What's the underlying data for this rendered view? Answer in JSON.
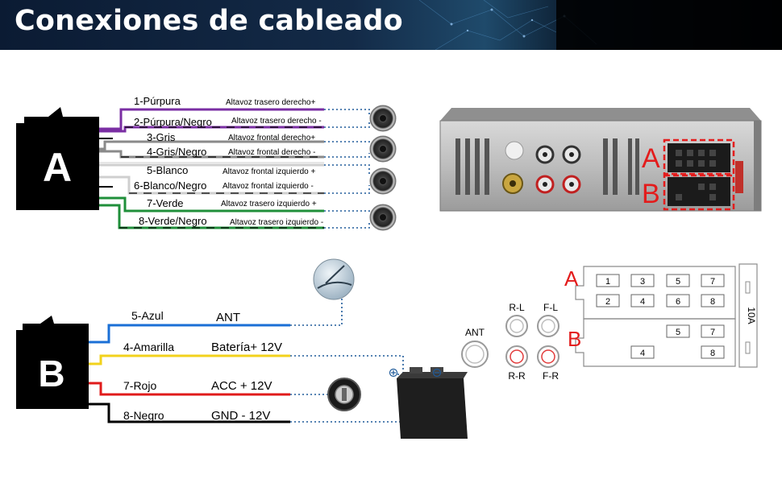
{
  "title": "Conexiones de cableado",
  "colors": {
    "purple": "#7a2ea3",
    "gray": "#8a8a8a",
    "white": "#d8d8d8",
    "green": "#1f8f3a",
    "blue": "#1a6fd6",
    "yellow": "#f2d21b",
    "red": "#e01b1b",
    "black": "#000000",
    "accent_red": "#e31c1c",
    "banner": "#0d1a2e"
  },
  "connector_a": {
    "label": "A",
    "wires": [
      {
        "name": "1-Púrpura",
        "desc": "Altavoz trasero derecho",
        "sign": "+",
        "color": "purple",
        "stripe": false
      },
      {
        "name": "2-Púrpura/Negro",
        "desc": "Altavoz trasero derecho",
        "sign": "-",
        "color": "purple",
        "stripe": true
      },
      {
        "name": "3-Gris",
        "desc": "Altavoz frontal derecho",
        "sign": "+",
        "color": "gray",
        "stripe": false
      },
      {
        "name": "4-Gris/Negro",
        "desc": "Altavoz frontal derecho",
        "sign": "-",
        "color": "gray",
        "stripe": true
      },
      {
        "name": "5-Blanco",
        "desc": "Altavoz frontal izquierdo",
        "sign": "+",
        "color": "white",
        "stripe": false
      },
      {
        "name": "6-Blanco/Negro",
        "desc": "Altavoz frontal izquierdo",
        "sign": "-",
        "color": "white",
        "stripe": true
      },
      {
        "name": "7-Verde",
        "desc": "Altavoz trasero izquierdo",
        "sign": "+",
        "color": "green",
        "stripe": false
      },
      {
        "name": "8-Verde/Negro",
        "desc": "Altavoz trasero izquierdo",
        "sign": "-",
        "color": "green",
        "stripe": true
      }
    ]
  },
  "connector_b": {
    "label": "B",
    "wires": [
      {
        "name": "5-Azul",
        "desc": "ANT",
        "color": "blue"
      },
      {
        "name": "4-Amarilla",
        "desc": "Batería+ 12V",
        "color": "yellow"
      },
      {
        "name": "7-Rojo",
        "desc": "ACC + 12V",
        "color": "red"
      },
      {
        "name": "8-Negro",
        "desc": "GND - 12V",
        "color": "black"
      }
    ]
  },
  "radio_labels": {
    "a": "A",
    "b": "B"
  },
  "rca": {
    "ant": "ANT",
    "rl": "R-L",
    "fl": "F-L",
    "rr": "R-R",
    "fr": "F-R"
  },
  "pinout": {
    "a_label": "A",
    "b_label": "B",
    "a_top": [
      "1",
      "3",
      "5",
      "7"
    ],
    "a_bottom": [
      "2",
      "4",
      "6",
      "8"
    ],
    "b_top": [
      "5",
      "7"
    ],
    "b_bottom": [
      "4",
      "8"
    ],
    "fuse": "10A"
  }
}
